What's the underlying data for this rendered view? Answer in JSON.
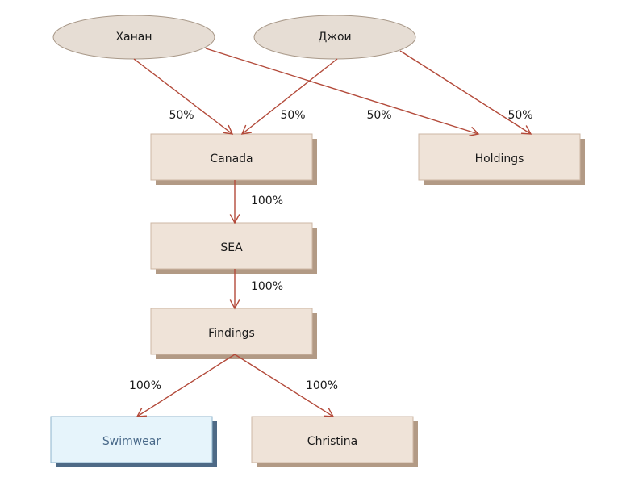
{
  "colors": {
    "box_fill": "#efe3d8",
    "box_stroke": "#cdb7a4",
    "box_shadow": "#b29a85",
    "ellipse_fill": "#e6ddd4",
    "ellipse_stroke": "#a89888",
    "blue_fill": "#e6f4fb",
    "blue_stroke": "#8fb5cc",
    "blue_shadow": "#4e6a86",
    "arrow": "#b34a3a"
  },
  "owners": [
    {
      "id": "khanan",
      "label": "Ханан"
    },
    {
      "id": "joy",
      "label": "Джои"
    }
  ],
  "entities": [
    {
      "id": "canada",
      "label": "Canada",
      "style": "tan"
    },
    {
      "id": "holdings",
      "label": "Holdings",
      "style": "tan"
    },
    {
      "id": "sea",
      "label": "SEA",
      "style": "tan"
    },
    {
      "id": "findings",
      "label": "Findings",
      "style": "tan"
    },
    {
      "id": "swimwear",
      "label": "Swimwear",
      "style": "blue"
    },
    {
      "id": "christina",
      "label": "Christina",
      "style": "tan"
    }
  ],
  "edges": [
    {
      "from": "khanan",
      "to": "canada",
      "label": "50%"
    },
    {
      "from": "joy",
      "to": "canada",
      "label": "50%"
    },
    {
      "from": "khanan",
      "to": "holdings",
      "label": "50%"
    },
    {
      "from": "joy",
      "to": "holdings",
      "label": "50%"
    },
    {
      "from": "canada",
      "to": "sea",
      "label": "100%"
    },
    {
      "from": "sea",
      "to": "findings",
      "label": "100%"
    },
    {
      "from": "findings",
      "to": "swimwear",
      "label": "100%"
    },
    {
      "from": "findings",
      "to": "christina",
      "label": "100%"
    }
  ]
}
